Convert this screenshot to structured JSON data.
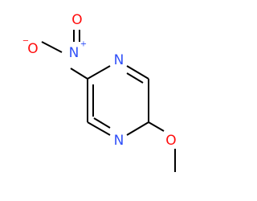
{
  "molecule": {
    "atoms": {
      "nitrogen_ring_top": {
        "symbol": "N",
        "color": "#3050F8"
      },
      "nitrogen_ring_bottom": {
        "symbol": "N",
        "color": "#3050F8"
      },
      "nitrogen_nitro": {
        "symbol": "N",
        "color": "#3050F8",
        "charge": "+"
      },
      "oxygen_nitro_single": {
        "symbol": "O",
        "color": "#FF0D0D",
        "charge": "−"
      },
      "oxygen_nitro_double": {
        "symbol": "O",
        "color": "#FF0D0D"
      },
      "oxygen_methoxy": {
        "symbol": "O",
        "color": "#FF0D0D"
      }
    },
    "bond_color": "#000000"
  }
}
